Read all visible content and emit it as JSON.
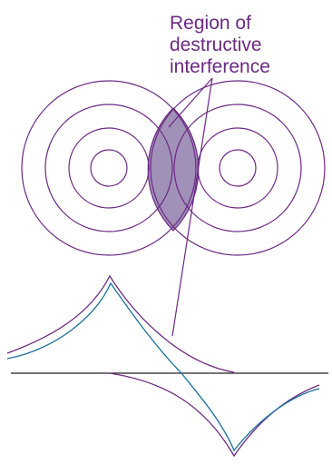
{
  "annotation": {
    "lines": [
      "Region of",
      "destructive",
      "interference"
    ]
  },
  "colors": {
    "wave_line": "#6a2a82",
    "overlap_fill": "#a190b8",
    "sum_wave": "#1a6f9a",
    "baseline": "#222222",
    "label_text": "#6a2a82"
  }
}
